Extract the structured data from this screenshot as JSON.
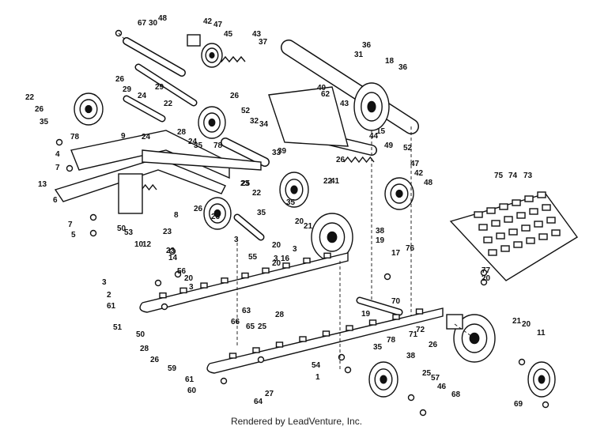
{
  "footer": "Rendered by LeadVenture, Inc.",
  "callouts": [
    "67",
    "30",
    "48",
    "42",
    "47",
    "45",
    "43",
    "37",
    "36",
    "31",
    "18",
    "36",
    "22",
    "26",
    "35",
    "26",
    "29",
    "24",
    "29",
    "22",
    "26",
    "40",
    "43",
    "52",
    "62",
    "34",
    "32",
    "78",
    "33",
    "39",
    "26",
    "15",
    "44",
    "49",
    "52",
    "4",
    "78",
    "7",
    "13",
    "9",
    "24",
    "28",
    "24",
    "35",
    "23",
    "26",
    "22",
    "41",
    "47",
    "42",
    "48",
    "6",
    "75",
    "74",
    "73",
    "50",
    "53",
    "10",
    "12",
    "25",
    "23",
    "8",
    "26",
    "35",
    "22",
    "35",
    "20",
    "21",
    "38",
    "19",
    "7",
    "5",
    "23",
    "14",
    "56",
    "20",
    "3",
    "3",
    "55",
    "20",
    "3",
    "20",
    "3",
    "16",
    "17",
    "76",
    "77",
    "20",
    "3",
    "2",
    "61",
    "51",
    "63",
    "28",
    "19",
    "70",
    "71",
    "72",
    "26",
    "50",
    "28",
    "26",
    "59",
    "66",
    "65",
    "25",
    "78",
    "35",
    "38",
    "21",
    "20",
    "11",
    "54",
    "1",
    "61",
    "60",
    "64",
    "27",
    "25",
    "57",
    "46",
    "68",
    "69"
  ]
}
